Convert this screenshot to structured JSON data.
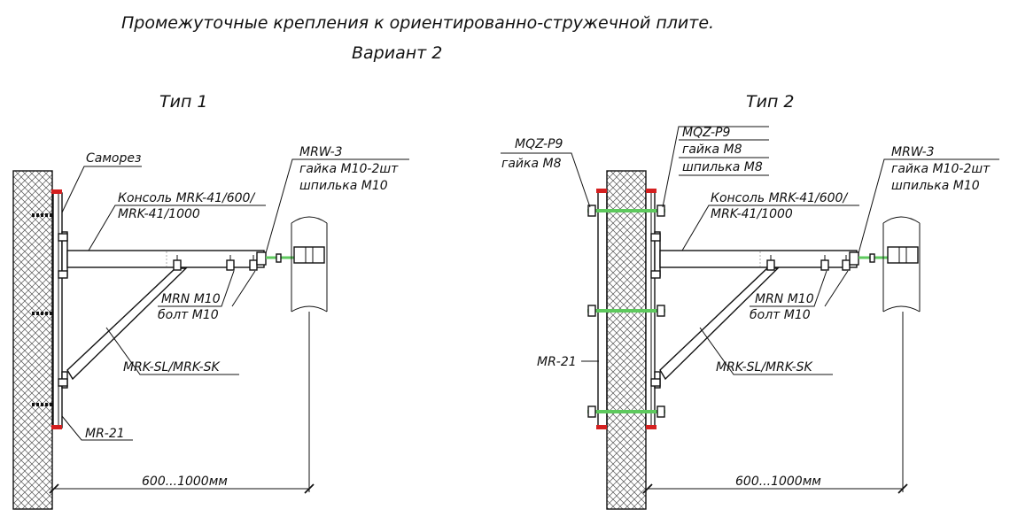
{
  "title": {
    "line1": "Промежуточные крепления к ориентированно-стружечной плите.",
    "line2": "Вариант 2"
  },
  "type1": {
    "heading": "Тип 1",
    "labels": {
      "screw": "Саморез",
      "console_1": "Консоль MRK-41/600/",
      "console_2": "MRK-41/1000",
      "mrw": "MRW-3",
      "nut": "гайка М10-2шт",
      "stud": "шпилька М10",
      "mrn": "MRN M10",
      "bolt": "болт М10",
      "brace": "MRK-SL/MRK-SK",
      "rail": "MR-21",
      "dimension": "600...1000мм"
    }
  },
  "type2": {
    "heading": "Тип 2",
    "labels": {
      "mqz_left": "MQZ-P9",
      "nut_left": "гайка М8",
      "mqz_right": "MQZ-P9",
      "nut_right": "гайка М8",
      "stud_m8": "шпилька М8",
      "console_1": "Консоль MRK-41/600/",
      "console_2": "MRK-41/1000",
      "mrw": "MRW-3",
      "nut": "гайка М10-2шт",
      "stud": "шпилька М10",
      "mrn": "MRN M10",
      "bolt": "болт М10",
      "brace": "MRK-SL/MRK-SK",
      "rail": "MR-21",
      "dimension": "600...1000мм"
    }
  },
  "colors": {
    "red": "#d42020",
    "green": "#5ec95e",
    "line": "#111111"
  }
}
